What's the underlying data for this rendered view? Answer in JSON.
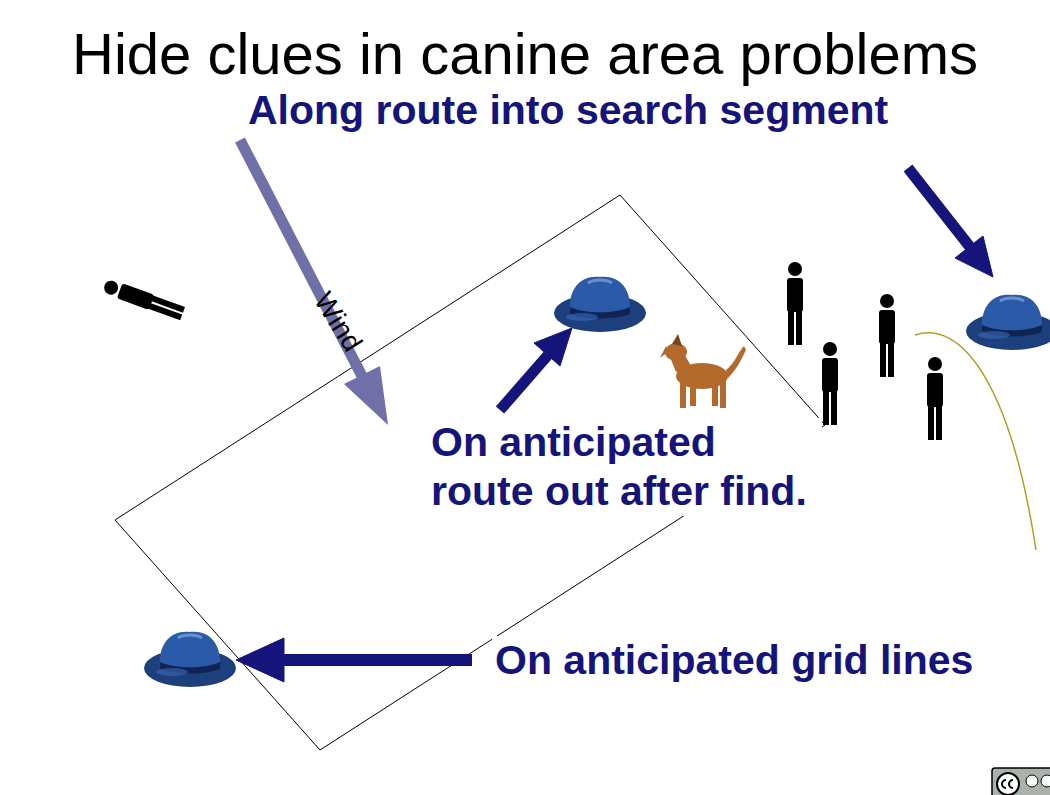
{
  "diagram": {
    "title": "Hide clues in canine area problems",
    "labels": [
      "Wind",
      "Along route into search segment",
      "On anticipated route out after find.",
      "On anticipated grid lines"
    ]
  }
}
